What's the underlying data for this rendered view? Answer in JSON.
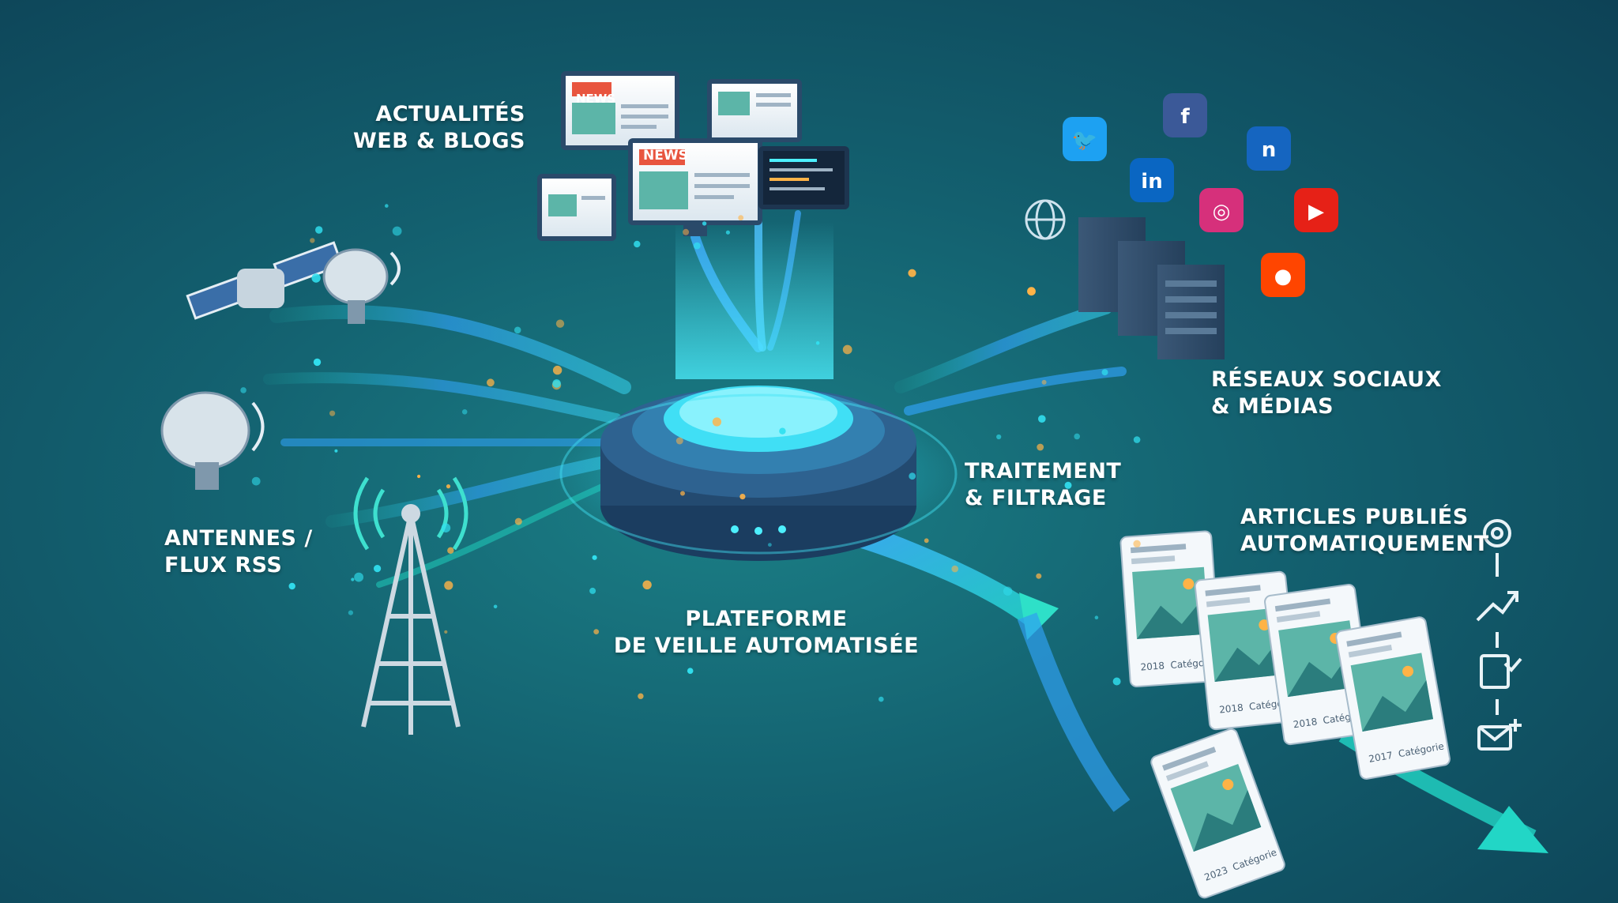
{
  "labels": {
    "web": {
      "line1": "ACTUALITÉS",
      "line2": "WEB & BLOGS"
    },
    "social": {
      "line1": "RÉSEAUX SOCIAUX",
      "line2": "& MÉDIAS"
    },
    "antennas": {
      "line1": "ANTENNES /",
      "line2": "FLUX RSS"
    },
    "processing": {
      "line1": "TRAITEMENT",
      "line2": "& FILTRAGE"
    },
    "platform": {
      "line1": "PLATEFORME",
      "line2": "DE VEILLE AUTOMATISÉE"
    },
    "articles": {
      "line1": "ARTICLES PUBLIÉS",
      "line2": "AUTOMATIQUEMENT"
    }
  },
  "news_badge": "NEWS",
  "social_icons": [
    {
      "name": "twitter-icon",
      "glyph": "🐦",
      "color": "#1da1f2"
    },
    {
      "name": "facebook-icon",
      "glyph": "f",
      "color": "#3b5998"
    },
    {
      "name": "linkedin-icon",
      "glyph": "in",
      "color": "#0a66c2"
    },
    {
      "name": "instagram-icon",
      "glyph": "◎",
      "color": "#d6307b"
    },
    {
      "name": "youtube-icon",
      "glyph": "▶",
      "color": "#e62117"
    },
    {
      "name": "reddit-icon",
      "glyph": "●",
      "color": "#ff4500"
    },
    {
      "name": "microsoft-icon",
      "glyph": "n",
      "color": "#1565c0"
    }
  ],
  "article_cards": [
    {
      "date": "2018",
      "category": "Catégorie"
    },
    {
      "date": "2018",
      "category": "Catégorie"
    },
    {
      "date": "2018",
      "category": "Catégorie"
    },
    {
      "date": "2017",
      "category": "Catégorie"
    },
    {
      "date": "2023",
      "category": "Catégorie"
    }
  ],
  "colors": {
    "accent": "#31e0f0",
    "flow_blue": "#2f8fe8",
    "flow_teal": "#1fd6c2",
    "spark": "#ffb347"
  }
}
